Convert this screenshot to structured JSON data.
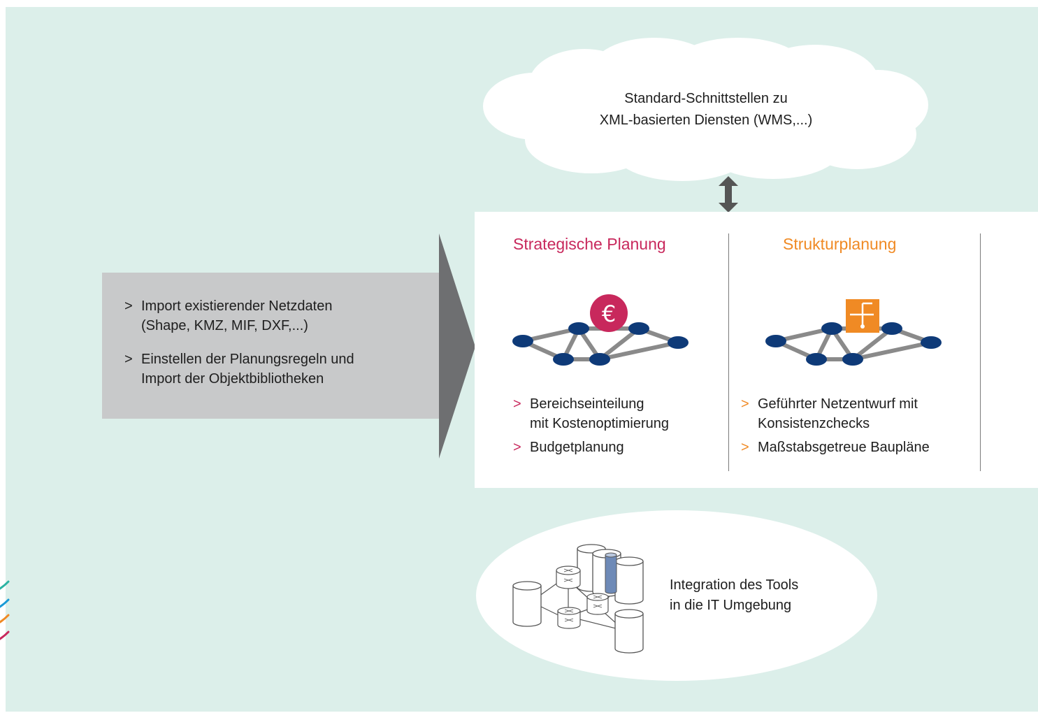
{
  "cloud": {
    "line1": "Standard-Schnittstellen zu",
    "line2": "XML-basierten Diensten (WMS,...)"
  },
  "left_block": {
    "items": [
      {
        "marker": ">",
        "line1": "Import existierender Netzdaten",
        "line2": "(Shape, KMZ, MIF, DXF,...)"
      },
      {
        "marker": ">",
        "line1": "Einstellen der Planungsregeln und",
        "line2": "Import der Objektbibliotheken"
      }
    ]
  },
  "strategic": {
    "title": "Strategische Planung",
    "color": "#c8285c",
    "icon": "euro-icon",
    "badge": "€",
    "items": [
      {
        "marker": ">",
        "line1": "Bereichseinteilung",
        "line2": "mit Kostenoptimierung"
      },
      {
        "marker": ">",
        "line1": "Budgetplanung",
        "line2": ""
      }
    ]
  },
  "structure": {
    "title": "Strukturplanung",
    "color": "#f08a24",
    "icon": "network-branch-icon",
    "items": [
      {
        "marker": ">",
        "line1": "Geführter Netzentwurf mit",
        "line2": "Konsistenzchecks"
      },
      {
        "marker": ">",
        "line1": "Maßstabsgetreue Baupläne",
        "line2": ""
      }
    ]
  },
  "integration": {
    "line1": "Integration des Tools",
    "line2": "in die IT Umgebung"
  },
  "colors": {
    "background": "#dcefea",
    "node": "#0e3a78",
    "edge": "#8a8a8a",
    "arrow": "#555555",
    "gray_block": "#c8c9ca",
    "wedge": "#6e6f71"
  }
}
